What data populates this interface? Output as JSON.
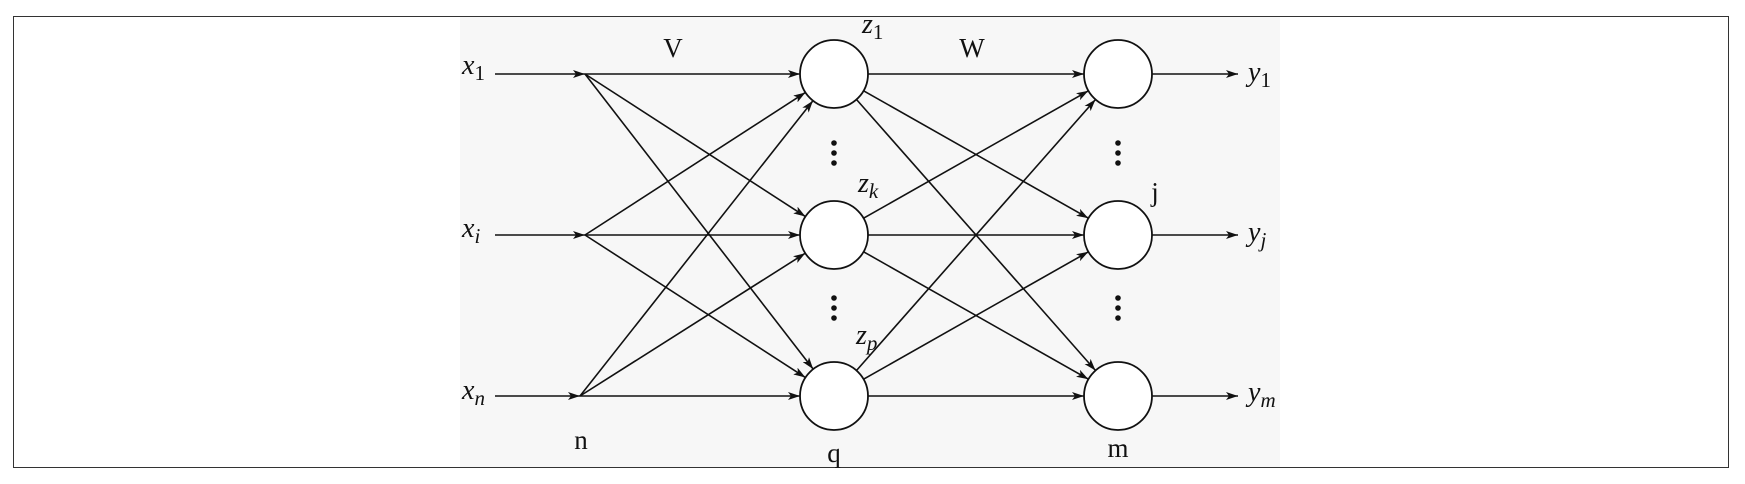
{
  "diagram": {
    "weight_labels": {
      "V": "V",
      "W": "W"
    },
    "inputs": [
      {
        "base": "x",
        "sub": "1"
      },
      {
        "base": "x",
        "sub": "i"
      },
      {
        "base": "x",
        "sub": "n"
      }
    ],
    "hidden": [
      {
        "base": "z",
        "sub": "1"
      },
      {
        "base": "z",
        "sub": "k"
      },
      {
        "base": "z",
        "sub": "p"
      }
    ],
    "outputs": [
      {
        "base": "y",
        "sub": "1"
      },
      {
        "base": "y",
        "sub": "j"
      },
      {
        "base": "y",
        "sub": "m"
      }
    ],
    "layer_counts": {
      "input": "n",
      "hidden": "q",
      "output": "m"
    },
    "output_index_label": "j",
    "ellipsis": "⋮"
  }
}
